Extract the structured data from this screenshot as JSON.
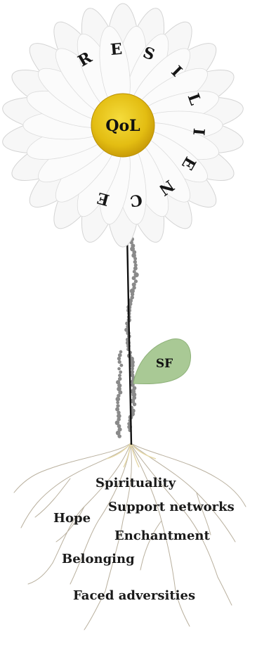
{
  "flower": {
    "center_label": "QoL",
    "ring_word": "RESILIENCE",
    "petal_color": "#f7f7f7",
    "petal_edge_color": "#d4d4d4",
    "center_color": "#e8c41a"
  },
  "leaf": {
    "label": "SF",
    "color": "#a9c995"
  },
  "roots": {
    "labels": [
      "Spirituality",
      "Support networks",
      "Hope",
      "Enchantment",
      "Belonging",
      "Faced adversities"
    ]
  }
}
